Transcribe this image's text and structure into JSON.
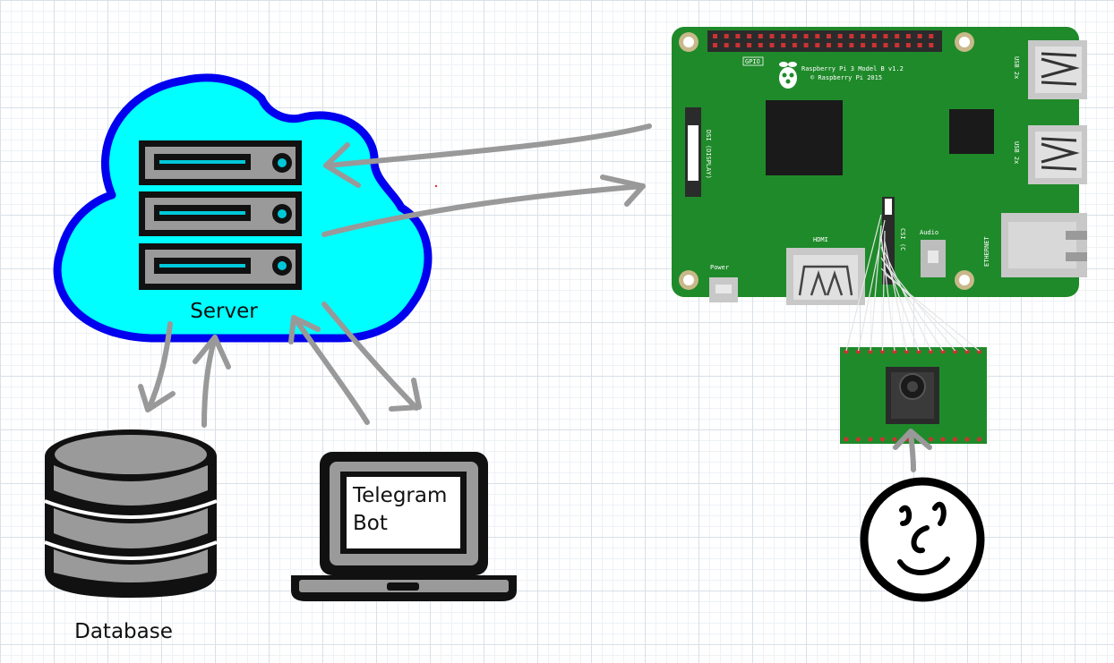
{
  "server": {
    "label": "Server"
  },
  "database": {
    "label": "Database"
  },
  "laptop": {
    "line1": "Telegram",
    "line2": "Bot"
  },
  "raspberry_pi": {
    "model": "Raspberry Pi 3 Model B v1.2",
    "copyright": "© Raspberry Pi 2015",
    "gpio": "GPIO",
    "dsi": "DSI (DISPLAY)",
    "csi": "CSI (C",
    "audio": "Audio",
    "hdmi": "HDMI",
    "power": "Power",
    "usb1": "USB 2x",
    "usb2": "USB 2x",
    "ethernet": "ETHERNET"
  },
  "colors": {
    "cloud_fill": "#00ffff",
    "cloud_stroke": "#0000ee",
    "server_accent": "#00c8d8",
    "arrow": "#999999",
    "board": "#1f8a2a",
    "board_dark": "#17691f"
  }
}
